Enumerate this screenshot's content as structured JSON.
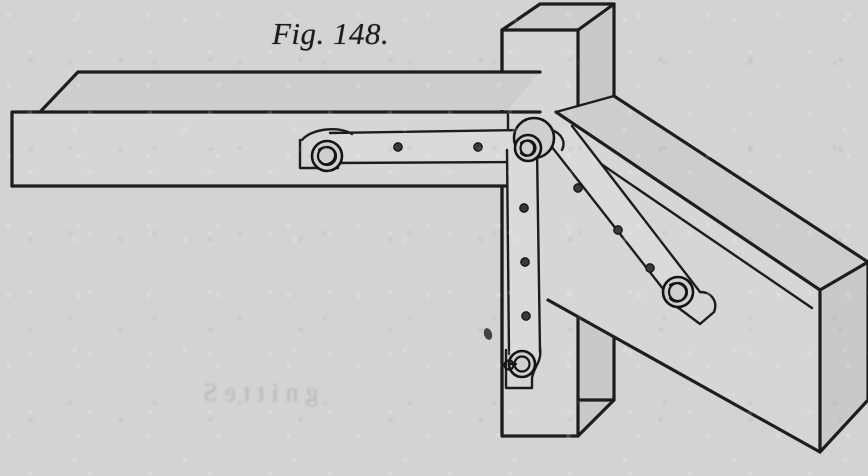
{
  "figure": {
    "caption": "Fig. 148.",
    "bleed_through_text": "gnitteS",
    "background_color": "#d3d3d1",
    "ink_color": "#1d1d1d",
    "timber_fill": "#d6d6d4",
    "timber_fill_shade": "#cccccb",
    "strap_fill": "#d9d9d7"
  },
  "diagram": {
    "title": "Fig. 148.",
    "subject": "timber-framing-joint-with-bolted-iron-straps",
    "members": [
      {
        "name": "horizontal-beam",
        "label": "Horizontal beam",
        "orientation": "horizontal",
        "description": "Beam running from left edge to the vertical post, drawn in isometric with a beveled left end and a visible top face.",
        "top_face_visible": true,
        "beveled_end": "left"
      },
      {
        "name": "vertical-post",
        "label": "Vertical post",
        "orientation": "vertical",
        "description": "Upright post passing behind the beam, top face visible at the top edge, chamfered lower right corner at the foot.",
        "top_face_visible": true,
        "chamfered_corner": "bottom-right"
      },
      {
        "name": "diagonal-brace",
        "label": "Diagonal brace",
        "orientation": "diagonal-down-right",
        "description": "Inclined strut running down to the right from the head of the post, ending in a square cut end face.",
        "end_face_visible": true
      }
    ],
    "iron_work": [
      {
        "name": "horizontal-strap",
        "label": "Horizontal iron strap",
        "attached_to": "horizontal-beam",
        "bolt_holes": 2,
        "terminal_fitting": "bolt-head-left"
      },
      {
        "name": "vertical-strap",
        "label": "Vertical iron strap",
        "attached_to": "vertical-post",
        "bolt_holes": 3,
        "terminal_fitting": "curved-foot-with-bolt"
      },
      {
        "name": "diagonal-strap",
        "label": "Diagonal iron strap",
        "attached_to": "diagonal-brace",
        "bolt_holes": 3,
        "terminal_fitting": "bolt-head-lower-right"
      },
      {
        "name": "central-hub",
        "label": "Central bolt hub",
        "description": "Round boss where the three straps converge, secured by a single hexagonal bolt head.",
        "bolt_heads": 1
      }
    ],
    "bolt_heads": [
      {
        "name": "bolt-head-left",
        "member": "horizontal-strap"
      },
      {
        "name": "bolt-head-center",
        "member": "central-hub"
      },
      {
        "name": "bolt-head-lower-right",
        "member": "diagonal-strap"
      },
      {
        "name": "bolt-head-bottom",
        "member": "vertical-strap"
      }
    ],
    "blemishes": [
      {
        "name": "ink-speck",
        "description": "small ink speck left of the vertical strap foot"
      }
    ]
  }
}
